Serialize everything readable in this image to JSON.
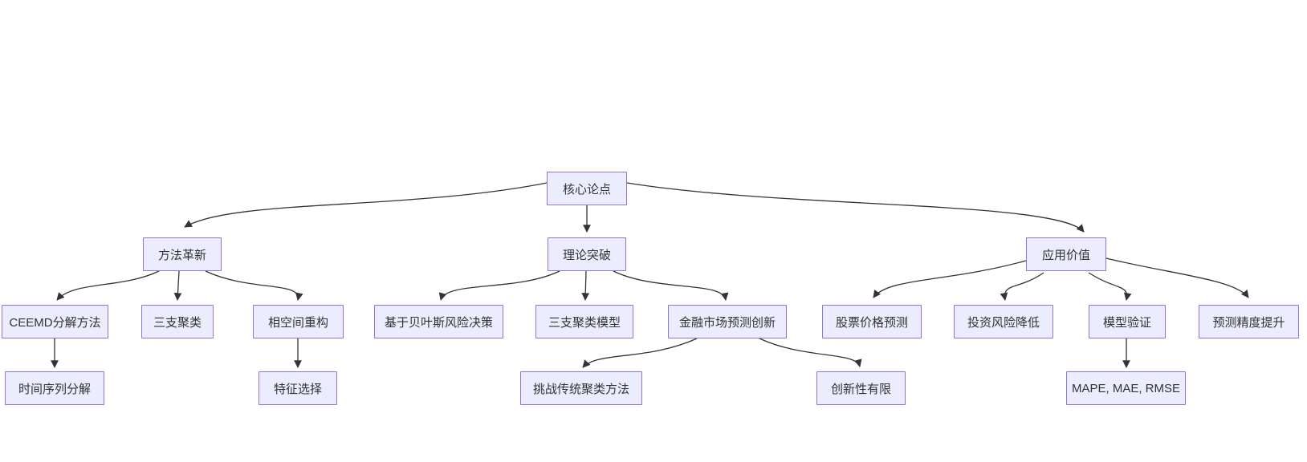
{
  "diagram": {
    "type": "flowchart-top-down",
    "colors": {
      "background": "#ffffff",
      "node_fill": "#ECECFF",
      "node_border": "#9370DB",
      "node_text": "#333333",
      "edge_line": "#333333"
    },
    "nodes": [
      {
        "id": "core-thesis",
        "label": "核心论点",
        "level": 1
      },
      {
        "id": "method-innovation",
        "label": "方法革新",
        "level": 2
      },
      {
        "id": "theoretical-breakthrough",
        "label": "理论突破",
        "level": 2
      },
      {
        "id": "application-value",
        "label": "应用价值",
        "level": 2
      },
      {
        "id": "ceemd-decomposition",
        "label": "CEEMD分解方法",
        "level": 3
      },
      {
        "id": "three-way-clustering",
        "label": "三支聚类",
        "level": 3
      },
      {
        "id": "phase-space-reconstruction",
        "label": "相空间重构",
        "level": 3
      },
      {
        "id": "bayesian-risk-decision",
        "label": "基于贝叶斯风险决策",
        "level": 3
      },
      {
        "id": "three-way-clustering-model",
        "label": "三支聚类模型",
        "level": 3
      },
      {
        "id": "financial-market-prediction-innovation",
        "label": "金融市场预测创新",
        "level": 3
      },
      {
        "id": "stock-price-prediction",
        "label": "股票价格预测",
        "level": 3
      },
      {
        "id": "investment-risk-reduction",
        "label": "投资风险降低",
        "level": 3
      },
      {
        "id": "model-validation",
        "label": "模型验证",
        "level": 3
      },
      {
        "id": "prediction-accuracy-improvement",
        "label": "预测精度提升",
        "level": 3
      },
      {
        "id": "time-series-decomposition",
        "label": "时间序列分解",
        "level": 4
      },
      {
        "id": "feature-selection",
        "label": "特征选择",
        "level": 4
      },
      {
        "id": "challenge-traditional-clustering",
        "label": "挑战传统聚类方法",
        "level": 4
      },
      {
        "id": "limited-innovation",
        "label": "创新性有限",
        "level": 4
      },
      {
        "id": "mape-mae-rmse",
        "label": "MAPE, MAE, RMSE",
        "level": 4
      }
    ],
    "edges": [
      {
        "from": "核心论点",
        "to": "方法革新"
      },
      {
        "from": "核心论点",
        "to": "理论突破"
      },
      {
        "from": "核心论点",
        "to": "应用价值"
      },
      {
        "from": "方法革新",
        "to": "CEEMD分解方法"
      },
      {
        "from": "方法革新",
        "to": "三支聚类"
      },
      {
        "from": "方法革新",
        "to": "相空间重构"
      },
      {
        "from": "理论突破",
        "to": "基于贝叶斯风险决策"
      },
      {
        "from": "理论突破",
        "to": "三支聚类模型"
      },
      {
        "from": "理论突破",
        "to": "金融市场预测创新"
      },
      {
        "from": "应用价值",
        "to": "股票价格预测"
      },
      {
        "from": "应用价值",
        "to": "投资风险降低"
      },
      {
        "from": "应用价值",
        "to": "模型验证"
      },
      {
        "from": "应用价值",
        "to": "预测精度提升"
      },
      {
        "from": "CEEMD分解方法",
        "to": "时间序列分解"
      },
      {
        "from": "相空间重构",
        "to": "特征选择"
      },
      {
        "from": "金融市场预测创新",
        "to": "挑战传统聚类方法"
      },
      {
        "from": "金融市场预测创新",
        "to": "创新性有限"
      },
      {
        "from": "模型验证",
        "to": "MAPE, MAE, RMSE"
      }
    ]
  }
}
